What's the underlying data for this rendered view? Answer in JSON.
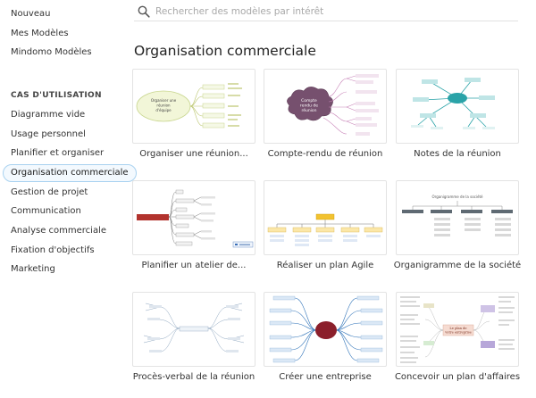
{
  "sidebar": {
    "top_items": [
      "Nouveau",
      "Mes Modèles",
      "Mindomo Modèles"
    ],
    "section_title": "CAS D'UTILISATION",
    "items": [
      "Diagramme vide",
      "Usage personnel",
      "Planifier et organiser",
      "Organisation commerciale",
      "Gestion de projet",
      "Communication",
      "Analyse commerciale",
      "Fixation d'objectifs",
      "Marketing"
    ],
    "active_index": 3
  },
  "search": {
    "placeholder": "Rechercher des modèles par intérêt"
  },
  "main": {
    "title": "Organisation commerciale",
    "cards": [
      {
        "label": "Organiser une réunion...",
        "thumb_text": [
          "Organiser une",
          "réunion",
          "d'équipe"
        ]
      },
      {
        "label": "Compte-rendu de réunion",
        "thumb_text": [
          "Compte",
          "rendu de",
          "réunion"
        ]
      },
      {
        "label": "Notes de la réunion"
      },
      {
        "label": "Planifier un atelier de..."
      },
      {
        "label": "Réaliser un plan Agile"
      },
      {
        "label": "Organigramme de la société",
        "thumb_text": [
          "Organigramme de la société"
        ]
      },
      {
        "label": "Procès-verbal de la réunion"
      },
      {
        "label": "Créer une entreprise"
      },
      {
        "label": "Concevoir un plan d'affaires",
        "thumb_text": [
          "Le plan de",
          "votre entreprise"
        ]
      }
    ]
  },
  "colors": {
    "accent_border": "#a9d2f0",
    "accent_bg": "#f3f9fe",
    "teal": "#2aa3a8",
    "maroon": "#8b1f2b",
    "lavender": "#b7a7d9"
  }
}
